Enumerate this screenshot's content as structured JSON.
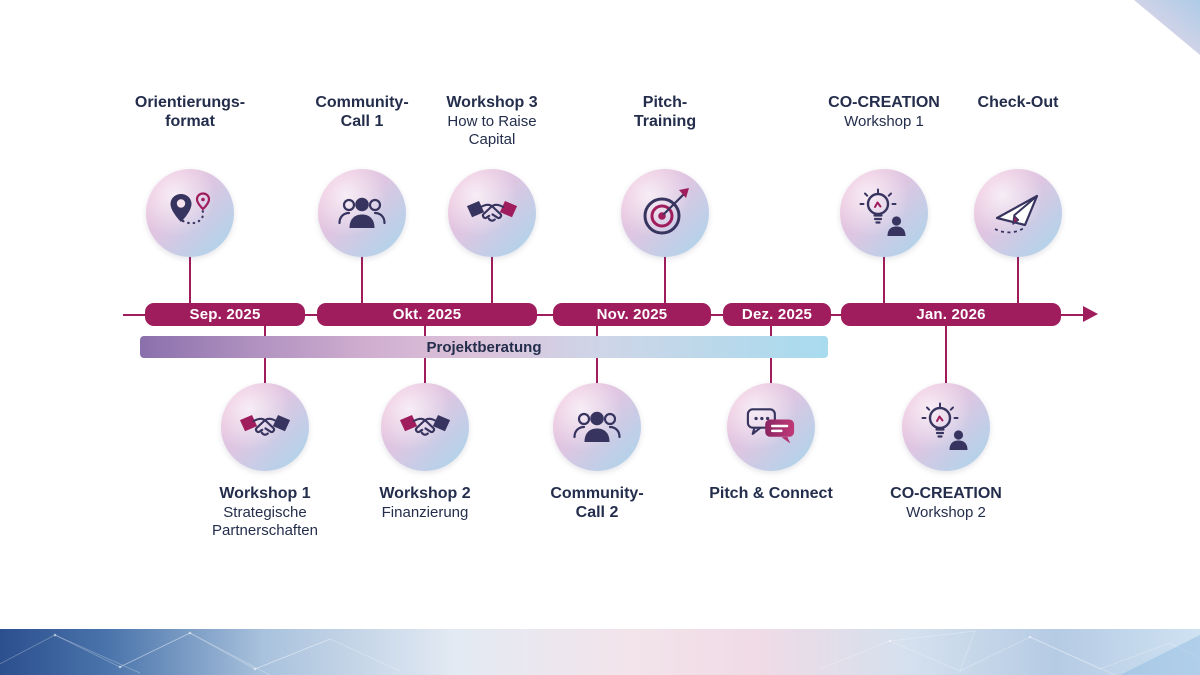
{
  "colors": {
    "accent_berry": "#a01d5d",
    "text_navy": "#242e4c",
    "icon_navy": "#37345f",
    "circle_gradient_start": "#f4c0da",
    "circle_gradient_end": "#a7d6ec",
    "projekt_bar_start": "#8a70ac",
    "projekt_bar_end": "#a8dbee"
  },
  "timeline": {
    "months": [
      {
        "label": "Sep. 2025"
      },
      {
        "label": "Okt. 2025"
      },
      {
        "label": "Nov. 2025"
      },
      {
        "label": "Dez. 2025"
      },
      {
        "label": "Jan. 2026"
      }
    ],
    "projekt_label": "Projektberatung"
  },
  "top_events": [
    {
      "title": "Orientierungs-\nformat",
      "subtitle": "",
      "icon": "route-icon"
    },
    {
      "title": "Community-\nCall 1",
      "subtitle": "",
      "icon": "people-icon"
    },
    {
      "title": "Workshop 3",
      "subtitle": "How to Raise\nCapital",
      "icon": "handshake-icon"
    },
    {
      "title": "Pitch-\nTraining",
      "subtitle": "",
      "icon": "target-icon"
    },
    {
      "title": "CO-CREATION",
      "subtitle": "Workshop 1",
      "icon": "idea-icon"
    },
    {
      "title": "Check-Out",
      "subtitle": "",
      "icon": "paper-plane-icon"
    }
  ],
  "bottom_events": [
    {
      "title": "Workshop 1",
      "subtitle": "Strategische\nPartnerschaften",
      "icon": "handshake-icon"
    },
    {
      "title": "Workshop 2",
      "subtitle": "Finanzierung",
      "icon": "handshake-icon"
    },
    {
      "title": "Community-\nCall 2",
      "subtitle": "",
      "icon": "people-icon"
    },
    {
      "title": "Pitch & Connect",
      "subtitle": "",
      "icon": "chat-icon"
    },
    {
      "title": "CO-CREATION",
      "subtitle": "Workshop 2",
      "icon": "idea-icon"
    }
  ]
}
